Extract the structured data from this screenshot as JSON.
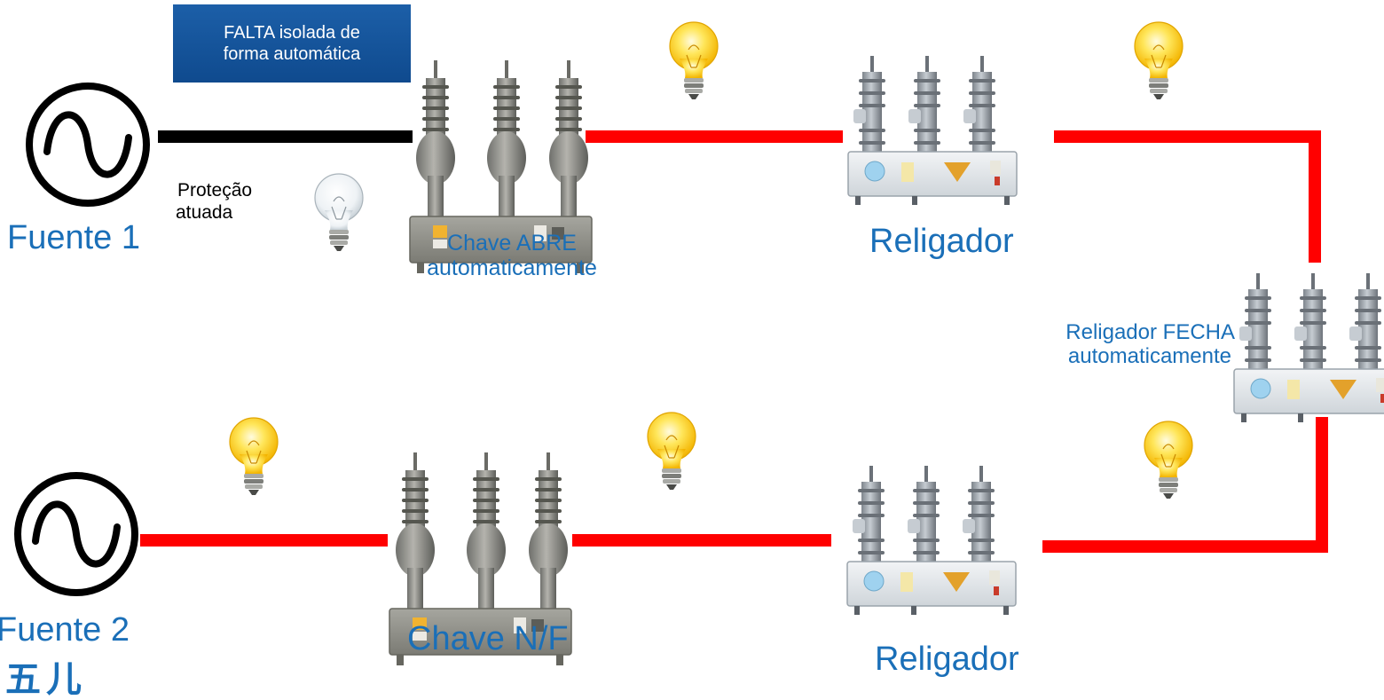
{
  "banner": {
    "line1": "FALTA isolada de",
    "line2": "forma automática"
  },
  "sources": {
    "source1": "Fuente 1",
    "source2": "Fuente 2",
    "partial_glyphs": "五儿"
  },
  "protection": {
    "line1": "Proteção",
    "line2": "atuada"
  },
  "switch_top": {
    "line1": "Chave ABRE",
    "line2": "automaticamente"
  },
  "switch_bottom": {
    "label": "Chave N/F"
  },
  "recloser_top": {
    "label": "Religador"
  },
  "recloser_right": {
    "line1": "Religador FECHA",
    "line2": "automaticamente"
  },
  "recloser_bottom": {
    "label": "Religador"
  },
  "colors": {
    "energized_line": "#ff0000",
    "deenergized_line": "#000000",
    "label_blue": "#1a6fb8",
    "banner_blue": "#1c5fa8",
    "bulb_on": "#ffe14d",
    "bulb_off": "#eef2f5"
  },
  "icons": [
    "ac-source-icon",
    "lightbulb-on-icon",
    "lightbulb-off-icon",
    "switch-icon",
    "recloser-icon"
  ]
}
